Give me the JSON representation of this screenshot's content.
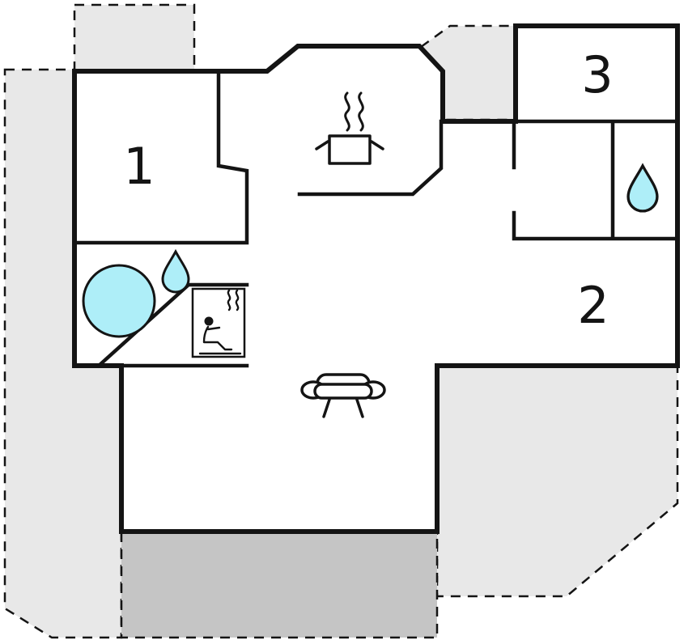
{
  "page": {
    "type": "floor-plan"
  },
  "colors": {
    "wall": "#141414",
    "terrace-light": "#e8e8e8",
    "terrace-dark": "#c5c5c5",
    "water": "#aeeef8",
    "house-fill": "#ffffff"
  },
  "rooms": {
    "room1": {
      "label": "1"
    },
    "room2": {
      "label": "2"
    },
    "room3": {
      "label": "3"
    }
  },
  "icons": [
    {
      "name": "stove-icon",
      "meaning": "cooking pot with steam (kitchen)"
    },
    {
      "name": "sofa-icon",
      "meaning": "sofa (living room)"
    },
    {
      "name": "hot-tub-icon",
      "meaning": "round hot tub (bathroom)"
    },
    {
      "name": "water-drop-icon-bathroom",
      "meaning": "water drop (bathroom)"
    },
    {
      "name": "water-drop-icon-right",
      "meaning": "water drop (bathroom right)"
    },
    {
      "name": "sauna-icon",
      "meaning": "sauna pictogram (person with steam)"
    }
  ]
}
